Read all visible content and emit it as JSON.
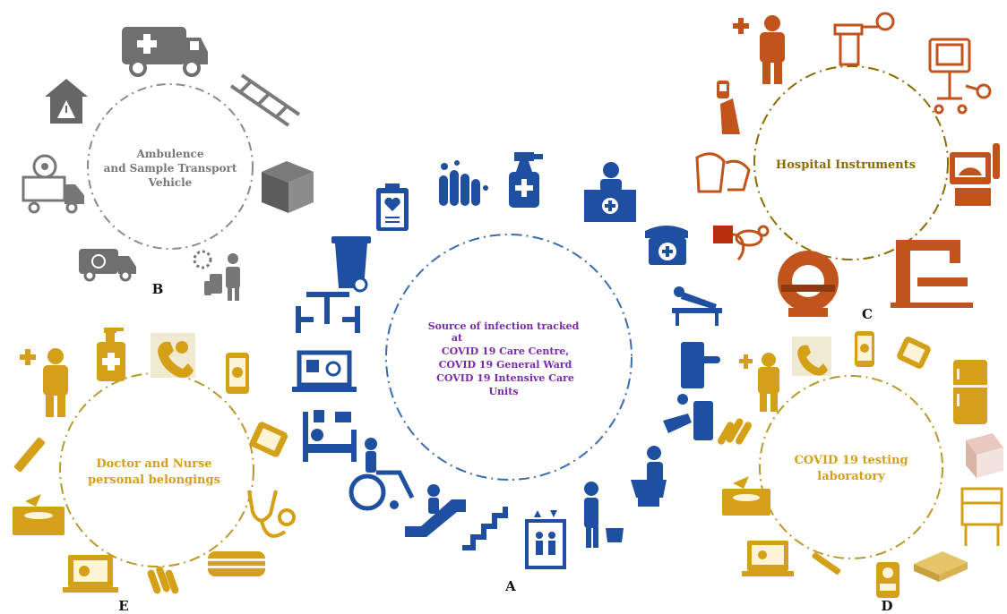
{
  "colors": {
    "gray": "#6f6f6f",
    "blue": "#1f4fa0",
    "orange": "#c0541c",
    "gold": "#d4a017",
    "olive": "#8a6d00",
    "purple": "#7a2aa8"
  },
  "center": {
    "letter": "A",
    "text": {
      "line1": "Source of infection tracked",
      "line2": "at",
      "line3": "COVID 19 Care Centre,",
      "line4": "COVID 19 General Ward",
      "line5": "COVID 19 Intensive Care",
      "line6": "Units"
    },
    "icons": [
      "clipboard-heart-icon",
      "hand-washing-icon",
      "spray-bottle-icon",
      "reception-desk-icon",
      "telephone-icon",
      "stretcher-bed-icon",
      "door-handle-icon",
      "hand-dryer-icon",
      "toilet-person-icon",
      "urinal-person-icon",
      "elevator-icon",
      "stairs-icon",
      "escalator-icon",
      "wheelchair-icon",
      "hospital-bed-icon",
      "laptop-stethoscope-icon",
      "table-chairs-icon",
      "trash-bin-icon"
    ]
  },
  "sections": {
    "b": {
      "letter": "B",
      "line1": "Ambulence",
      "line2": "and Sample Transport",
      "line3": "Vehicle",
      "icons": [
        "ambulance-icon",
        "stretcher-icon",
        "box-icon",
        "traveler-virus-icon",
        "recycle-truck-icon",
        "virus-truck-icon",
        "warning-house-icon"
      ]
    },
    "c": {
      "letter": "C",
      "line1": "Hospital Instruments",
      "icons": [
        "doctor-ppe-icon",
        "suction-machine-icon",
        "ventilator-icon",
        "ultrasound-icon",
        "xray-machine-icon",
        "mri-scanner-icon",
        "blood-pressure-icon",
        "face-shield-icon",
        "pulse-oximeter-icon"
      ]
    },
    "d": {
      "letter": "D",
      "line1": "COVID 19 testing",
      "line2": "laboratory",
      "icons": [
        "lab-worker-ppe-icon",
        "phone-icon",
        "smartphone-icon",
        "smartwatch-icon",
        "refrigerator-icon",
        "pcr-machine-icon",
        "biosafety-cabinet-icon",
        "well-plate-icon",
        "centrifuge-icon",
        "syringe-icon",
        "laptop-icon",
        "tissue-box-icon",
        "gloves-icon"
      ]
    },
    "e": {
      "letter": "E",
      "line1": "Doctor and Nurse",
      "line2": "personal belongings",
      "icons": [
        "nurse-ppe-icon",
        "sanitizer-icon",
        "phone-icon",
        "smartphone-icon",
        "smartwatch-icon",
        "stethoscope-icon",
        "face-mask-icon",
        "gloves-icon",
        "laptop-icon",
        "tissue-box-icon",
        "pen-icon"
      ]
    }
  }
}
